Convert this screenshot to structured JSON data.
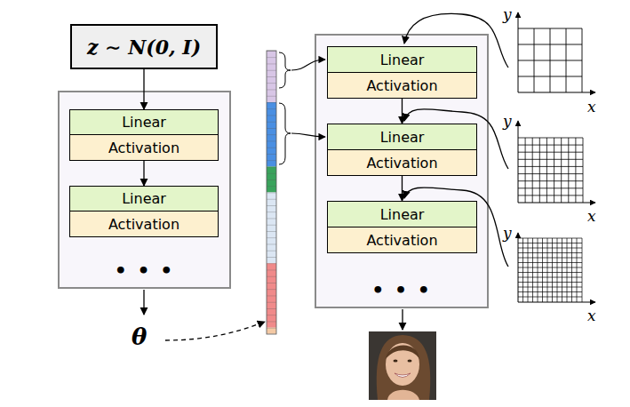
{
  "diagram": {
    "nodes": [
      {
        "text": [
          "z ∼ N(0, I)"
        ]
      },
      {
        "text": [
          "• • •"
        ]
      },
      {
        "text": [
          "Linear"
        ],
        "in": 1
      },
      {
        "text": [
          "Activation"
        ],
        "in": 1
      },
      {
        "text": [
          "Linear"
        ],
        "in": 1
      },
      {
        "text": [
          "Activation"
        ],
        "in": 1
      },
      {
        "text": [
          "• • •"
        ]
      },
      {
        "text": [
          "Linear"
        ],
        "in": 6
      },
      {
        "text": [
          "Activation"
        ],
        "in": 6
      },
      {
        "text": [
          "Linear"
        ],
        "in": 6
      },
      {
        "text": [
          "Activation"
        ],
        "in": 6
      },
      {
        "text": [
          "Linear"
        ],
        "in": 6
      },
      {
        "text": [
          "Activation"
        ],
        "in": 6
      }
    ],
    "edges": [
      {
        "from": 0,
        "to": 2,
        "arrow": "to"
      },
      {
        "from": 3,
        "to": 4,
        "arrow": "to"
      },
      {
        "from": 8,
        "to": 9,
        "arrow": "to"
      },
      {
        "from": 10,
        "to": 11,
        "arrow": "to"
      }
    ],
    "labels": [
      "θ",
      "y",
      "x",
      "y",
      "x",
      "y",
      "x"
    ]
  }
}
